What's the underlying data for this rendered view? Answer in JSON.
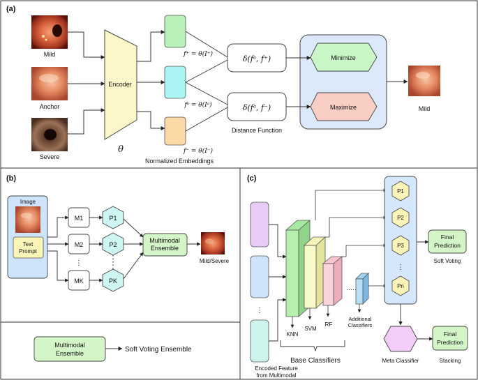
{
  "panel_a": {
    "label": "(a)",
    "inputs": {
      "mild": "Mild",
      "anchor": "Anchor",
      "severe": "Severe"
    },
    "encoder": "Encoder",
    "theta": "θ",
    "eq_pos": "f⁺ = θ(I⁺)",
    "eq_anchor": "fᵃ = θ(Iᵃ)",
    "eq_neg": "f⁻ = θ(I⁻)",
    "embeddings_caption": "Normalized Embeddings",
    "dist_pos": "δ(fᵃ, f⁺)",
    "dist_neg": "δ(fᵃ, f⁻)",
    "distance_caption": "Distance Function",
    "minimize": "Minimize",
    "maximize": "Maximize",
    "output": "Mild",
    "colors": {
      "pos": "#b8f0b8",
      "anchor": "#aaf4f4",
      "neg": "#fbd8a6",
      "encoder": "#fcf6c8",
      "objective_bg": "#dce9fa",
      "minimize": "#c9f7c7",
      "maximize": "#f9cfc5"
    }
  },
  "panel_b": {
    "label": "(b)",
    "image_title": "Image",
    "text_prompt_line1": "Text",
    "text_prompt_line2": "Prompt",
    "models": [
      "M1",
      "M2",
      "MK"
    ],
    "dots": "⋮",
    "predictions": [
      "P1",
      "P2",
      "PK"
    ],
    "ensemble_line1": "Multimodal",
    "ensemble_line2": "Ensemble",
    "output": "Mild/Severe"
  },
  "legend": {
    "ensemble_line1": "Multimodal",
    "ensemble_line2": "Ensemble",
    "arrow_text": "Soft Voting Ensemble"
  },
  "panel_c": {
    "label": "(c)",
    "features_caption_line1": "Encoded  Feature",
    "features_caption_line2": "from Multimodal",
    "classifiers": {
      "knn": "KNN",
      "svm": "SVM",
      "rf": "RF",
      "additional_line1": "Additional",
      "additional_line2": "Classifiers"
    },
    "base_caption": "Base Classifiers",
    "predictions": [
      "P1",
      "P2",
      "P3",
      "Pn"
    ],
    "final_line1": "Final",
    "final_line2": "Prediction",
    "soft_voting": "Soft Voting",
    "meta": "Meta Classifier",
    "stacking": "Stacking"
  }
}
